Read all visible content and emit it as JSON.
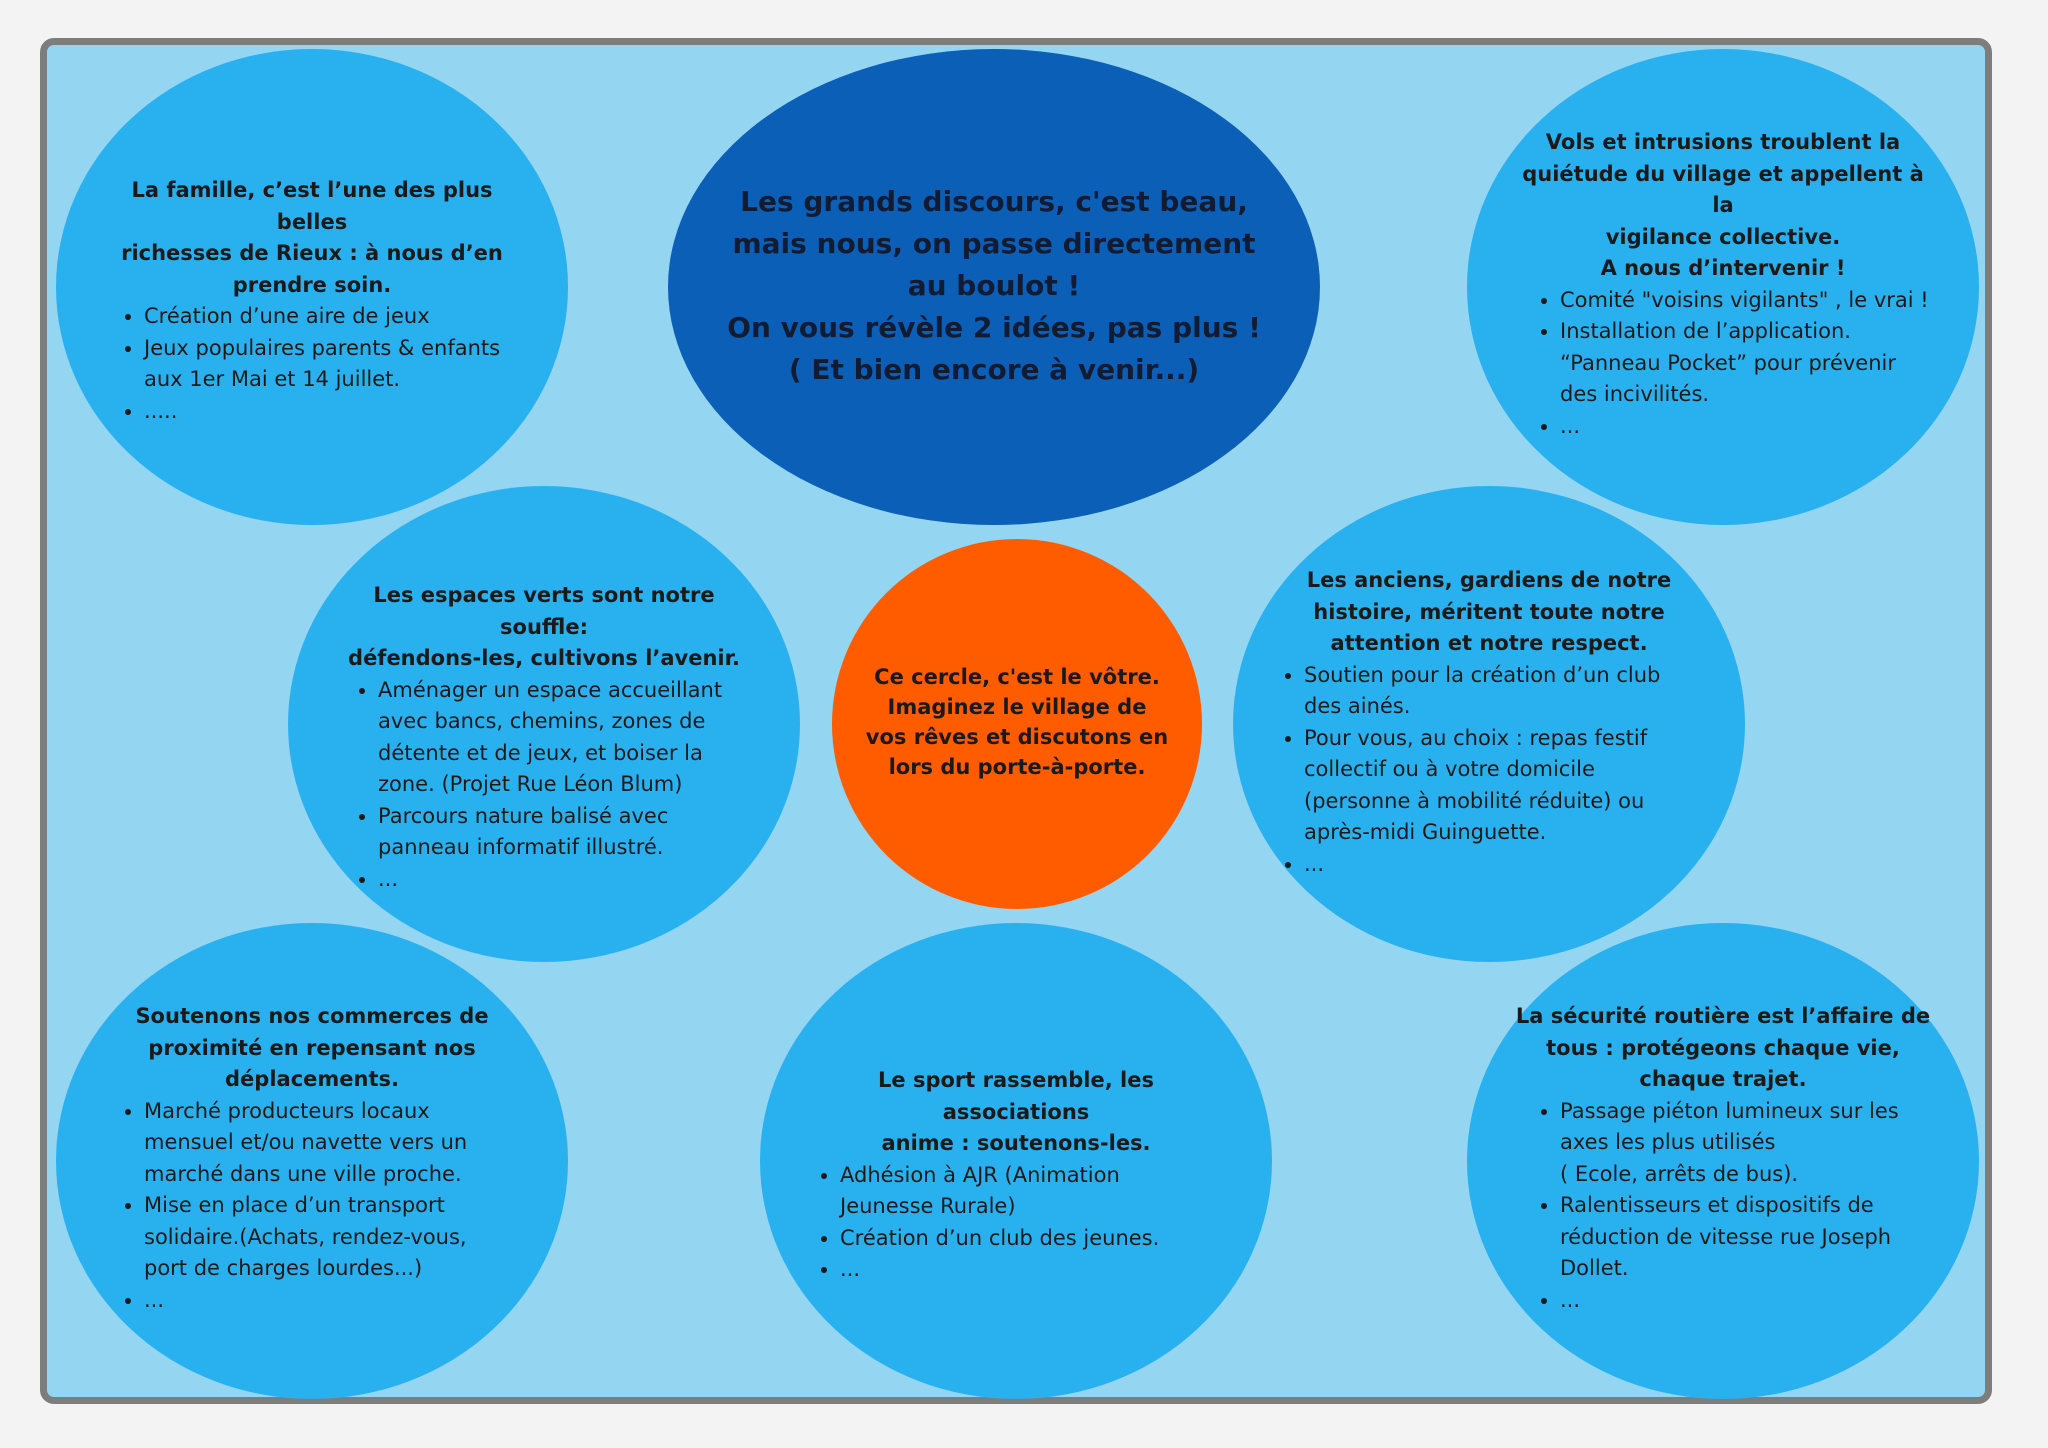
{
  "colors": {
    "background": "#f3f3f3",
    "board": "#94d5f1",
    "board_border": "#7d7d7d",
    "bubble": "#29b1ef",
    "main_bubble": "#0b5fb7",
    "accent_bubble": "#ff5c00",
    "text": "#1a1a1a"
  },
  "main": {
    "text": "Les grands discours, c'est beau,\nmais nous, on passe directement\nau boulot !\nOn vous révèle 2 idées, pas plus !\n( Et bien encore à venir...)"
  },
  "center": {
    "text": "Ce cercle, c'est le vôtre.\nImaginez le village de\nvos rêves et discutons en\nlors du porte-à-porte."
  },
  "bubbles": {
    "famille": {
      "heading": "La famille, c’est l’une des plus belles\nrichesses de Rieux : à nous d’en\nprendre soin.",
      "items": [
        "Création d’une aire de jeux",
        "Jeux populaires parents & enfants\naux 1er Mai et 14 juillet.",
        "....."
      ]
    },
    "vols": {
      "heading": "Vols et intrusions troublent la\nquiétude du village et appellent à la\nvigilance collective.\nA nous d’intervenir !",
      "items": [
        " Comité \"voisins vigilants\" , le vrai !",
        "Installation de l’application.\n“Panneau Pocket” pour prévenir\ndes incivilités.",
        "..."
      ]
    },
    "espaces": {
      "heading": "Les espaces verts sont notre souffle:\ndéfendons-les, cultivons l’avenir.",
      "items": [
        " Aménager un espace accueillant\navec bancs, chemins, zones de\ndétente et de jeux, et boiser la\nzone. (Projet Rue Léon Blum)",
        "Parcours nature balisé avec\npanneau informatif illustré.",
        "..."
      ]
    },
    "anciens": {
      "heading": "Les anciens, gardiens de notre\nhistoire, méritent toute notre\nattention et notre respect.",
      "items": [
        "Soutien pour la création d’un club\ndes ainés.",
        "Pour vous, au choix : repas festif\ncollectif ou à votre domicile\n(personne à mobilité réduite) ou\naprès-midi Guinguette.",
        "..."
      ]
    },
    "commerces": {
      "heading": "Soutenons nos commerces de\nproximité en repensant nos\ndéplacements.",
      "items": [
        "Marché producteurs locaux\nmensuel et/ou navette vers un\nmarché dans une ville proche.",
        "Mise en place d’un transport\nsolidaire.(Achats, rendez-vous,\nport de charges lourdes...)",
        "..."
      ]
    },
    "sport": {
      "heading": "Le sport rassemble, les associations\nanime : soutenons-les.",
      "items": [
        "Adhésion à AJR (Animation\nJeunesse Rurale)",
        "Création d’un club des jeunes.",
        "..."
      ]
    },
    "securite": {
      "heading": "La sécurité routière est l’affaire de\ntous : protégeons chaque vie,\nchaque trajet.",
      "items": [
        "Passage piéton lumineux sur les\naxes les plus utilisés\n( Ecole, arrêts de bus).",
        "Ralentisseurs et dispositifs de\nréduction de vitesse rue Joseph\nDollet.",
        "..."
      ]
    }
  }
}
